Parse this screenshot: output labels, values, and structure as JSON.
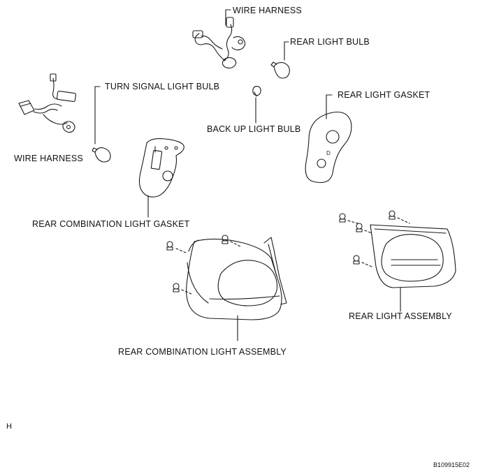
{
  "labels": {
    "wire_harness_top": "WIRE HARNESS",
    "rear_light_bulb": "REAR LIGHT BULB",
    "turn_signal_light_bulb": "TURN SIGNAL LIGHT BULB",
    "rear_light_gasket": "REAR LIGHT GASKET",
    "back_up_light_bulb": "BACK UP LIGHT BULB",
    "wire_harness_left": "WIRE HARNESS",
    "rear_combination_light_gasket": "REAR COMBINATION LIGHT GASKET",
    "rear_light_assembly": "REAR LIGHT ASSEMBLY",
    "rear_combination_light_assembly": "REAR COMBINATION LIGHT ASSEMBLY"
  },
  "corner_marks": {
    "section_letter": "H",
    "figure_code": "B109915E02"
  },
  "colors": {
    "line": "#1a1a1a",
    "shade": "#555555",
    "background": "#ffffff"
  }
}
